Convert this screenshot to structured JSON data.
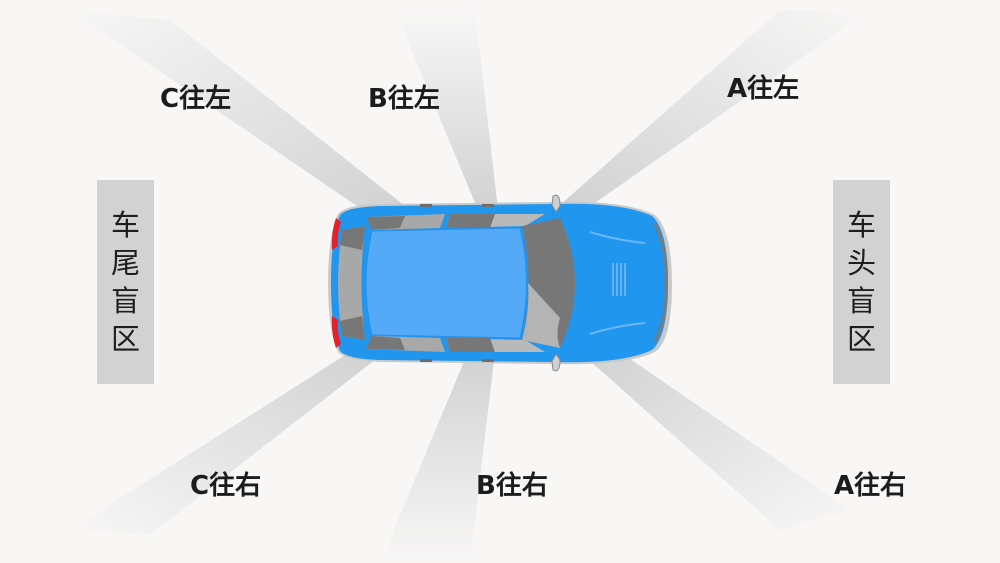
{
  "diagram": {
    "background": "#f8f7f6",
    "car": {
      "body_color": "#2196ef",
      "roof_color": "#55aaf8",
      "glass_color": "#7a7a7a",
      "taillight_color": "#e2232b",
      "orientation": "front-right"
    },
    "beams": [
      {
        "id": "C-left",
        "label": "C往左"
      },
      {
        "id": "B-left",
        "label": "B往左"
      },
      {
        "id": "A-left",
        "label": "A往左"
      },
      {
        "id": "C-right",
        "label": "C往右"
      },
      {
        "id": "B-right",
        "label": "B往右"
      },
      {
        "id": "A-right",
        "label": "A往右"
      }
    ],
    "zones": {
      "rear": {
        "label": "车尾盲区",
        "chars": [
          "车",
          "尾",
          "盲",
          "区"
        ]
      },
      "front": {
        "label": "车头盲区",
        "chars": [
          "车",
          "头",
          "盲",
          "区"
        ]
      }
    }
  }
}
